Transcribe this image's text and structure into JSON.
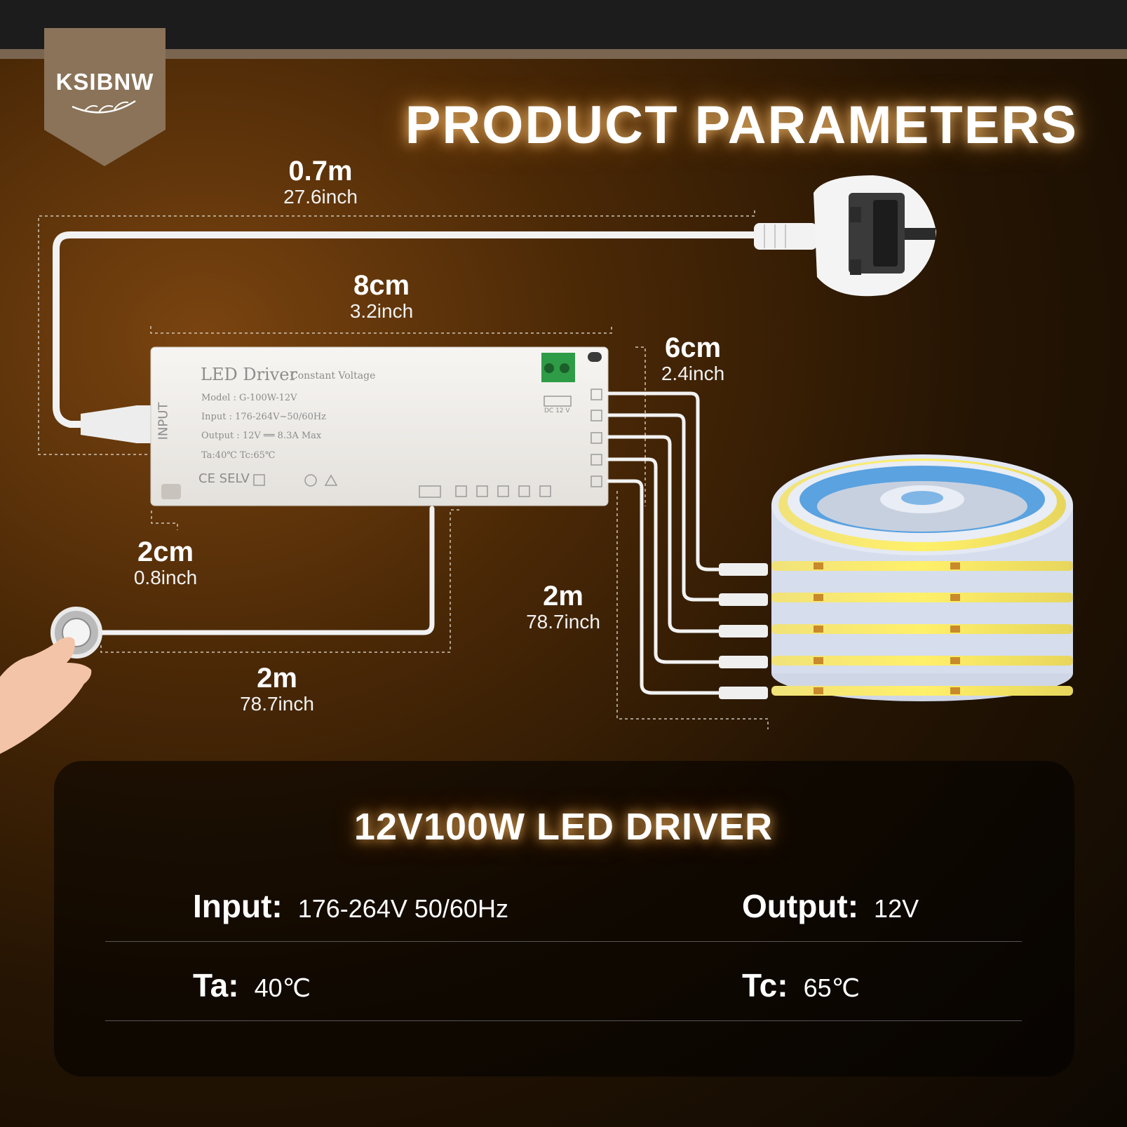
{
  "brand": {
    "name": "KSIBNW",
    "badge_color": "#8a7358"
  },
  "headline": "PRODUCT PARAMETERS",
  "dimensions": {
    "cable_plug": {
      "value": "0.7m",
      "unit_alt": "27.6inch"
    },
    "driver_length": {
      "value": "8cm",
      "unit_alt": "3.2inch"
    },
    "driver_depth": {
      "value": "6cm",
      "unit_alt": "2.4inch"
    },
    "driver_height": {
      "value": "2cm",
      "unit_alt": "0.8inch"
    },
    "switch_cable": {
      "value": "2m",
      "unit_alt": "78.7inch"
    },
    "output_cables": {
      "value": "2m",
      "unit_alt": "78.7inch"
    }
  },
  "driver_label": {
    "title": "LED Driver",
    "subtitle": "Constant Voltage",
    "model": "Model : G-100W-12V",
    "input": "Input : 176-264V~50/60Hz",
    "output": "Output : 12V ══ 8.3A Max",
    "temp": "Ta:40℃  Tc:65℃",
    "input_side": "INPUT",
    "dc": "DC 12 V",
    "marks": "CE SELV"
  },
  "specs": {
    "title": "12V100W LED DRIVER",
    "input": {
      "label": "Input",
      "colon": ":",
      "value": "176-264V 50/60Hz"
    },
    "output": {
      "label": "Output",
      "colon": ":",
      "value": "12V"
    },
    "ta": {
      "label": "Ta",
      "colon": ":",
      "value": "40℃"
    },
    "tc": {
      "label": "Tc",
      "colon": ":",
      "value": "65℃"
    }
  }
}
